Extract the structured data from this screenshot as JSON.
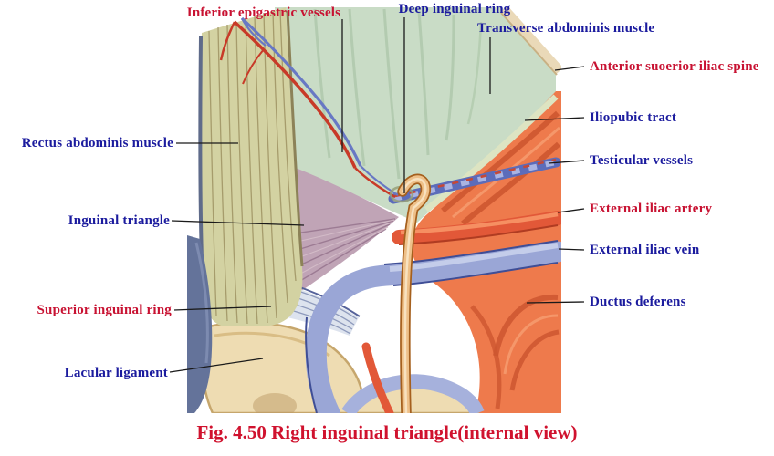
{
  "page": {
    "caption": "Fig. 4.50 Right inguinal triangle(internal view)"
  },
  "palette": {
    "label_blue": "#1b1b9e",
    "label_red": "#c81232",
    "caption_red": "#d0122e",
    "leader_line": "#1a1a1a"
  },
  "labels": [
    {
      "id": "inferior-epigastric-vessels",
      "text": "Inferior epigastric vessels",
      "color": "red"
    },
    {
      "id": "deep-inguinal-ring",
      "text": "Deep inguinal ring",
      "color": "blue"
    },
    {
      "id": "transverse-abdominis-muscle",
      "text": "Transverse abdominis muscle",
      "color": "blue"
    },
    {
      "id": "anterior-superior-iliac-spine",
      "text": "Anterior suoerior iliac spine",
      "color": "red"
    },
    {
      "id": "iliopubic-tract",
      "text": "Iliopubic tract",
      "color": "blue"
    },
    {
      "id": "testicular-vessels",
      "text": "Testicular vessels",
      "color": "blue"
    },
    {
      "id": "external-iliac-artery",
      "text": "External iliac artery",
      "color": "red"
    },
    {
      "id": "external-iliac-vein",
      "text": "External iliac vein",
      "color": "blue"
    },
    {
      "id": "ductus-deferens",
      "text": "Ductus deferens",
      "color": "blue"
    },
    {
      "id": "rectus-abdominis-muscle",
      "text": "Rectus abdominis muscle",
      "color": "blue"
    },
    {
      "id": "inguinal-triangle",
      "text": "Inguinal triangle",
      "color": "blue"
    },
    {
      "id": "superior-inguinal-ring",
      "text": "Superior inguinal ring",
      "color": "red"
    },
    {
      "id": "lacular-ligament",
      "text": "Lacular ligament",
      "color": "blue"
    }
  ]
}
